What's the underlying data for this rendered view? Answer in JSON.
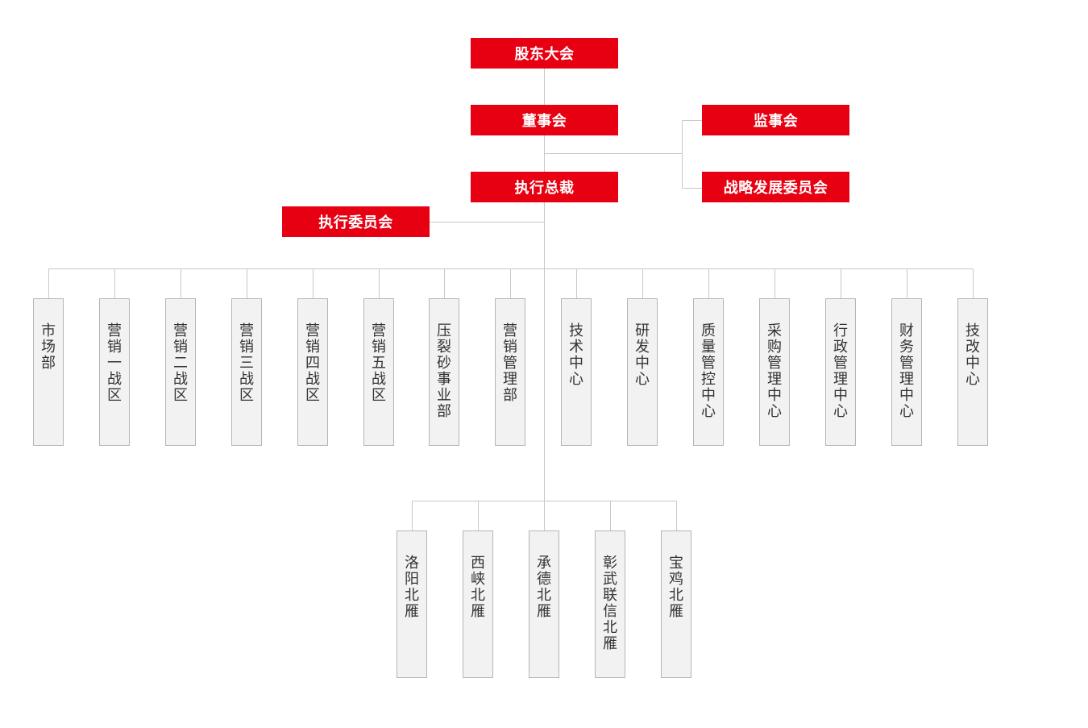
{
  "top_nodes": {
    "shareholders": "股东大会",
    "board": "董事会",
    "supervisors": "监事会",
    "strategy_committee": "战略发展委员会",
    "ceo": "执行总裁",
    "exec_committee": "执行委员会"
  },
  "departments": [
    "市场部",
    "营销一战区",
    "营销二战区",
    "营销三战区",
    "营销四战区",
    "营销五战区",
    "压裂砂事业部",
    "营销管理部",
    "技术中心",
    "研发中心",
    "质量管控中心",
    "采购管理中心",
    "行政管理中心",
    "财务管理中心",
    "技改中心"
  ],
  "subsidiaries": [
    "洛阳北雁",
    "西峡北雁",
    "承德北雁",
    "彰武联信北雁",
    "宝鸡北雁"
  ],
  "colors": {
    "primary_red": "#e60012",
    "line_gray": "#c8c8c8",
    "box_fill": "#f2f2f2",
    "box_border": "#b5b5b5"
  }
}
